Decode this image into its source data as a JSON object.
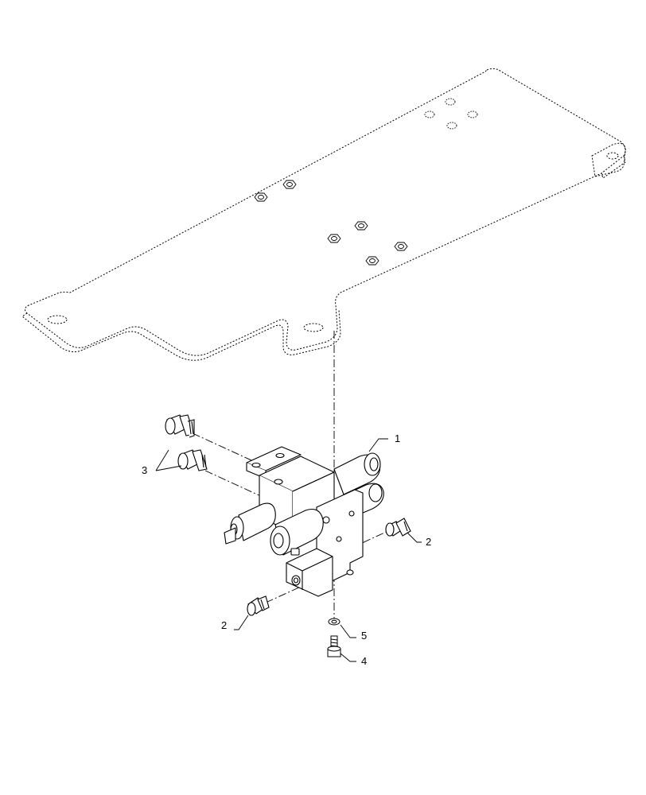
{
  "callouts": {
    "part_1": "1",
    "part_2_right": "2",
    "part_2_left": "2",
    "part_3": "3",
    "part_4": "4",
    "part_5": "5"
  },
  "parts": [
    {
      "number": "1",
      "icon": "hydraulic-valve-block-icon"
    },
    {
      "number": "2",
      "icon": "straight-fitting-icon"
    },
    {
      "number": "3",
      "icon": "adapter-fitting-icon"
    },
    {
      "number": "4",
      "icon": "bolt-icon"
    },
    {
      "number": "5",
      "icon": "washer-icon"
    }
  ],
  "colors": {
    "line": "#000000",
    "background": "#ffffff"
  }
}
